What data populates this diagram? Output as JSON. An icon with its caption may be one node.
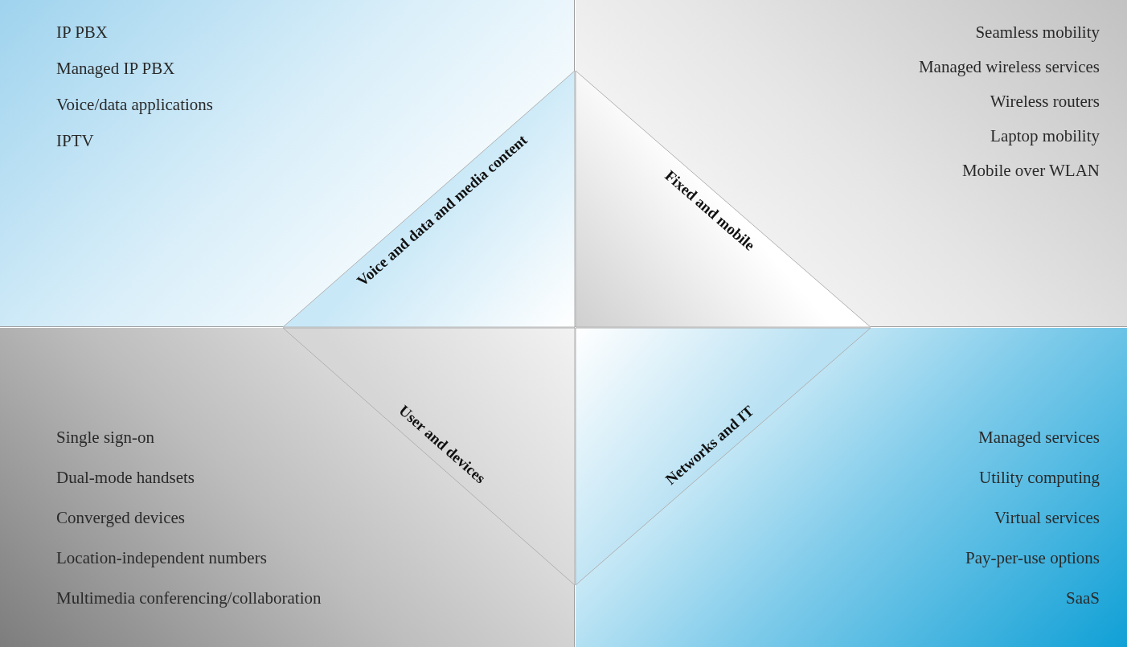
{
  "diagram": {
    "nodes": [
      {
        "text": [
          "IP PBX",
          "Managed IP PBX",
          "Voice/data applications",
          "IPTV"
        ]
      },
      {
        "text": [
          "Voice and data and media content"
        ],
        "in": 0
      },
      {
        "text": [
          "Seamless mobility",
          "Managed wireless services",
          "Wireless routers",
          "Laptop mobility",
          "Mobile over WLAN"
        ]
      },
      {
        "text": [
          "Fixed and mobile"
        ],
        "in": 2
      },
      {
        "text": [
          "Single sign-on",
          "Dual-mode handsets",
          "Converged devices",
          "Location-independent numbers",
          "Multimedia conferencing/collaboration"
        ]
      },
      {
        "text": [
          "User and devices"
        ],
        "in": 4
      },
      {
        "text": [
          "Managed services",
          "Utility computing",
          "Virtual services",
          "Pay-per-use options",
          "SaaS"
        ]
      },
      {
        "text": [
          "Networks and IT"
        ],
        "in": 6
      }
    ],
    "edges": []
  }
}
